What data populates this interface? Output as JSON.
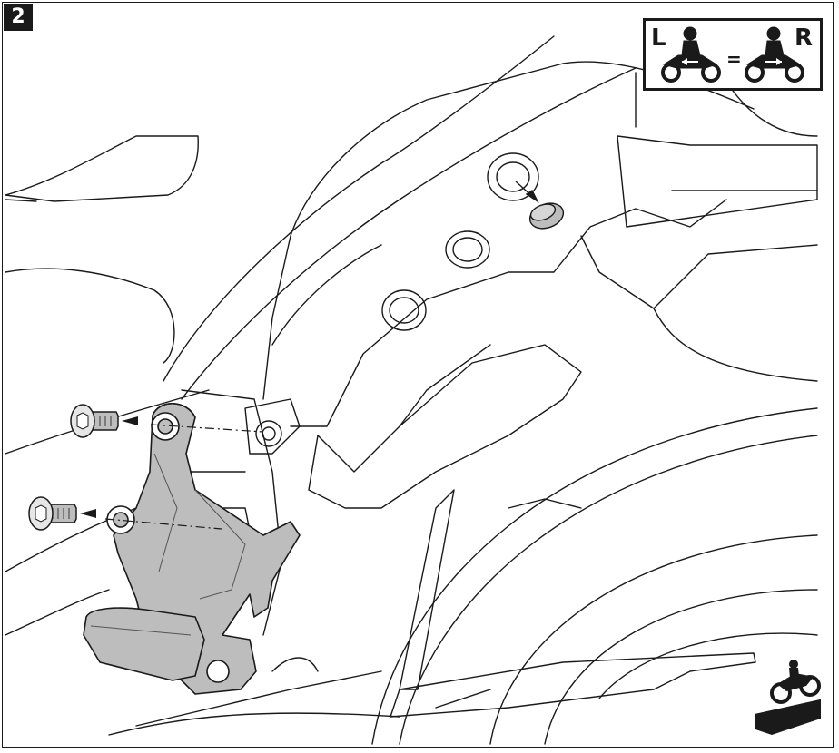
{
  "step": {
    "number": "2"
  },
  "side_indicator": {
    "left": "L",
    "equals": "=",
    "right": "R"
  },
  "icons": {
    "orientation": "left-right-symmetry-motorcycle-icon",
    "stand": "motorcycle-on-stand-icon"
  },
  "colors": {
    "line": "#1a1a1a",
    "fill_part": "#bdbdbd",
    "background": "#ffffff"
  }
}
